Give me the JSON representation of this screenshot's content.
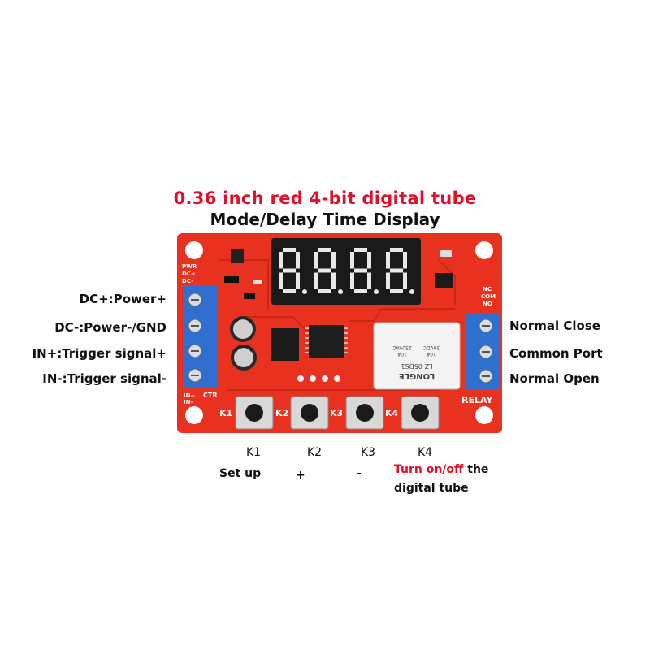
{
  "header": {
    "title": "0.36 inch red 4-bit digital tube",
    "subtitle": "Mode/Delay Time Display"
  },
  "left_terminals": [
    {
      "label": "DC+:Power+"
    },
    {
      "label": "DC-:Power-/GND"
    },
    {
      "label": "IN+:Trigger signal+"
    },
    {
      "label": "IN-:Trigger signal-"
    }
  ],
  "right_terminals": [
    {
      "prefix": "Normal ",
      "suffix": "Close"
    },
    {
      "prefix": "Common ",
      "suffix": "Port"
    },
    {
      "prefix": "Normal ",
      "suffix": "Open"
    }
  ],
  "buttons": [
    {
      "id": "K1",
      "function": "Set up"
    },
    {
      "id": "K2",
      "function": "+"
    },
    {
      "id": "K3",
      "function": "-"
    },
    {
      "id": "K4",
      "function_red": "Turn on/off",
      "function_tail": " the",
      "function_line2": "digital tube"
    }
  ],
  "board": {
    "silk_pwr": "PWR",
    "silk_dc_plus": "DC+",
    "silk_dc_minus": "DC-",
    "silk_in_plus": "IN+",
    "silk_in_minus": "IN-",
    "silk_ctr": "CTR",
    "silk_nc": "NC",
    "silk_com": "COM",
    "silk_no": "NO",
    "silk_relay": "RELAY",
    "relay_text": [
      "LONGLE",
      "LZ-05DS1",
      "10A",
      "30VDC",
      "10A",
      "250VAC"
    ],
    "display_digits": "8.8.8.8.",
    "colors": {
      "board": "#e8321f",
      "terminal": "#2f6fd0",
      "display": "#1a1a1a",
      "segment": "#e8e8e8"
    }
  }
}
